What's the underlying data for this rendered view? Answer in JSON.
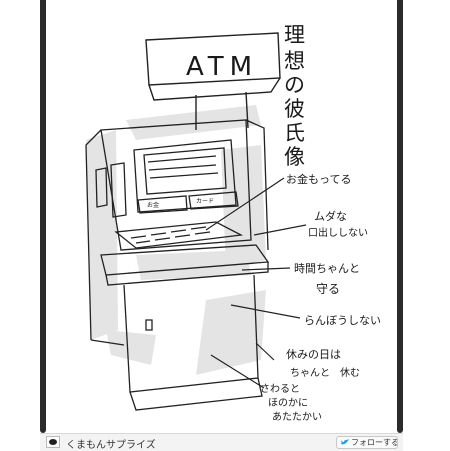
{
  "illustration": {
    "sign_text": "ATM",
    "title_lines": [
      "理",
      "想",
      "の",
      "彼",
      "氏",
      "像"
    ],
    "screen_left_label": "お金",
    "screen_right_label": "カード",
    "annotations": {
      "money": "お金もってる",
      "mouth_line1": "ムダな",
      "mouth_line2": "口出ししない",
      "time_line1": "時間ちゃんと",
      "time_line2": "守る",
      "temper": "らんぼうしない",
      "rest_line1": "休みの日は",
      "rest_line2": "ちゃんと　休む",
      "warm_line1": "さわると",
      "warm_line2": "ほのかに",
      "warm_line3": "あたたかい"
    }
  },
  "footer": {
    "account_name": "くまもんサプライズ",
    "follow_label": "フォローする",
    "avatar_icon": "kumamon-avatar-icon",
    "bird_icon": "twitter-bird-icon",
    "accent": "#1da1f2"
  }
}
